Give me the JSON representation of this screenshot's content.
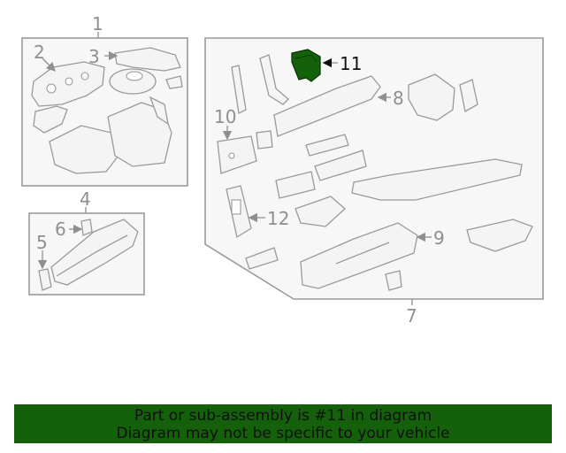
{
  "diagram": {
    "callouts": [
      "1",
      "2",
      "3",
      "4",
      "5",
      "6",
      "7",
      "8",
      "9",
      "10",
      "11",
      "12"
    ],
    "highlighted_part": "11",
    "highlight_color": "#14600b"
  },
  "banner": {
    "line1": "Part or sub-assembly is #11 in diagram",
    "line2": "Diagram may not be specific to your vehicle",
    "background_color": "#14600b"
  }
}
